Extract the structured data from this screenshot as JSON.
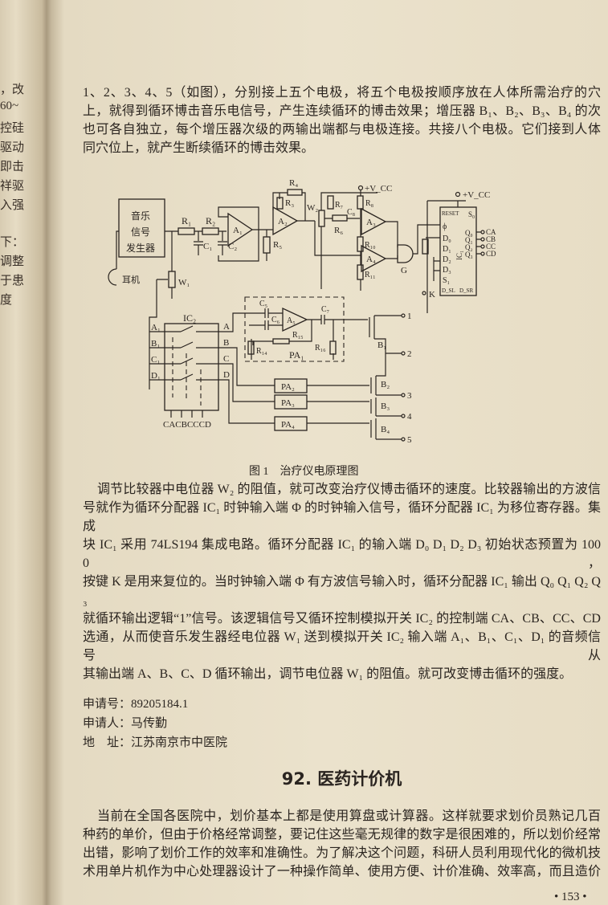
{
  "left_margin_fragments": [
    "，改",
    "60~",
    "控硅",
    "驱动",
    "即击",
    "祥驱",
    "入强",
    "下：",
    "调整",
    "于患",
    "度"
  ],
  "intro_paragraph": [
    "1、2、3、4、5（如图），分别接上五个电极，将五个电极按顺序放在人体所需治疗的穴",
    "上，就得到循环博击音乐电信号，产生连续循环的博击效果；增压器 B₁、B₂、B₃、B₄ 的次",
    "也可各自独立，每个增压器次级的两输出端都与电极连接。共接八个电极。它们接到人体",
    "同穴位上，就产生断续循环的博击效果。"
  ],
  "figure": {
    "caption": "图 1　治疗仪电原理图",
    "labels": {
      "music_gen_1": "音乐",
      "music_gen_2": "信号",
      "music_gen_3": "发生器",
      "earphone": "耳机",
      "W1": "W₁",
      "R1": "R₁",
      "R2": "R₂",
      "C1": "C₁",
      "C2": "C₂",
      "A1": "A₁",
      "A2": "A₂",
      "R3": "R₃",
      "R4": "R₄",
      "R5": "R₅",
      "W2": "W₂",
      "R6": "R₆",
      "R7": "R₇",
      "C8": "C₈",
      "R8": "R₈",
      "R10": "R₁₀",
      "R11": "R₁₁",
      "A3": "A₃",
      "A4": "A₄",
      "G": "G",
      "vcc1": "+V_CC",
      "vcc2": "+V_CC",
      "IC1": "IC₁",
      "reset": "RESET",
      "S0": "S₀",
      "S1": "S₁",
      "phi": "ϕ",
      "D0": "D₀",
      "D1": "D₁",
      "D2": "D₂",
      "D3": "D₃",
      "DSL": "D_SL",
      "DSR": "D_SR",
      "Q0": "Q₀",
      "Q1": "Q₁",
      "Q2": "Q₂",
      "Q3": "Q₃",
      "CA": "CA",
      "CB": "CB",
      "CC": "CC",
      "CD": "CD",
      "K": "K",
      "IC2": "IC₂",
      "A1in": "A₁",
      "B1in": "B₁",
      "C1in": "C₁",
      "D1in": "D₁",
      "Aout": "A",
      "Bout": "B",
      "Cout": "C",
      "Dout": "D",
      "ctrl": "CACBCCCD",
      "C5": "C₅",
      "C6": "C₆",
      "A5": "A₅",
      "C7": "C₇",
      "R14": "R₁₄",
      "R15": "R₁₅",
      "R16": "R₁₆",
      "PA1": "PA₁",
      "PA2": "PA₂",
      "PA3": "PA₃",
      "PA4": "PA₄",
      "B1": "B₁",
      "B2": "B₂",
      "B3": "B₃",
      "B4": "B₄",
      "t1": "1",
      "t2": "2",
      "t3": "3",
      "t4": "4",
      "t5": "5"
    }
  },
  "paragraph_2": [
    "调节比较器中电位器 W₂ 的阻值，就可改变治疗仪博击循环的速度。比较器输出的方波信",
    "号就作为循环分配器 IC₁ 时钟输入端 Φ 的时钟输入信号，循环分配器 IC₁ 为移位寄存器。集成",
    "块 IC₁ 采用 74LS194 集成电路。循环分配器 IC₁ 的输入端 D₀ D₁ D₂ D₃ 初始状态预置为 1000，",
    "按键 K 是用来复位的。当时钟输入端 Φ 有方波信号输入时，循环分配器 IC₁ 输出 Q₀ Q₁ Q₂ Q₃",
    "就循环输出逻辑“1”信号。该逻辑信号又循环控制模拟开关 IC₂ 的控制端 CA、CB、CC、CD",
    "选通，从而使音乐发生器经电位器 W₁ 送到模拟开关 IC₂ 输入端 A₁、B₁、C₁、D₁ 的音频信号从",
    "其输出端 A、B、C、D 循环输出，调节电位器 W₁ 的阻值。就可改变博击循环的强度。"
  ],
  "application": {
    "number": "申请号：89205184.1",
    "applicant": "申请人：马传勤",
    "address": "地　址：江苏南京市中医院"
  },
  "section_heading": "92. 医药计价机",
  "paragraph_3": [
    "当前在全国各医院中，划价基本上都是使用算盘或计算器。这样就要求划价员熟记几百",
    "种药的单价，但由于价格经常调整，要记住这些毫无规律的数字是很困难的，所以划价经常",
    "出错，影响了划价工作的效率和准确性。为了解决这个问题，科研人员利用现代化的微机技",
    "术用单片机作为中心处理器设计了一种操作简单、使用方便、计价准确、效率高，而且造价"
  ],
  "page_number": "• 153 •"
}
